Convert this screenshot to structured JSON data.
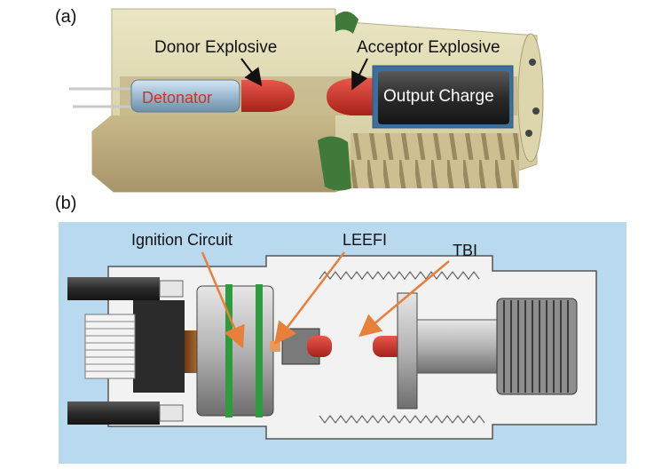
{
  "panels": [
    {
      "id": "a",
      "label": "(a)",
      "callouts": {
        "detonator": "Detonator",
        "donor": "Donor Explosive",
        "acceptor": "Acceptor Explosive",
        "output": "Output Charge"
      }
    },
    {
      "id": "b",
      "label": "(b)",
      "callouts": {
        "ignition": "Ignition Circuit",
        "leefi": "LEEFI",
        "tbi": "TBI"
      }
    }
  ],
  "colors": {
    "housing": "#d8d2a6",
    "explosive_red": "#c83228",
    "detonator_blue": "#a9c6dc",
    "output_dark": "#1c1c1c",
    "panel_b_bg": "#b9d9ee",
    "arrow_orange": "#e8803a",
    "circuit_green": "#2f9a3e"
  }
}
